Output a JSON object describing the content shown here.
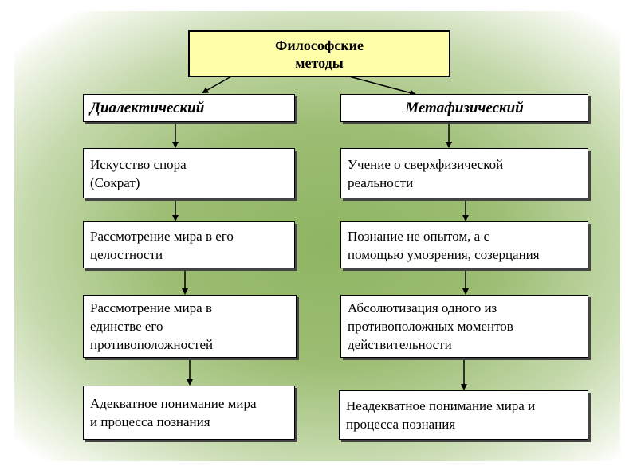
{
  "root": {
    "label": "Философские\nметоды"
  },
  "left": {
    "head": "Диалектический",
    "items": [
      "Искусство спора\n(Сократ)",
      "Рассмотрение мира в его\nцелостности",
      "Рассмотрение мира в\nединстве его\nпротивоположностей",
      "Адекватное понимание мира\nи процесса познания"
    ]
  },
  "right": {
    "head": "Метафизический",
    "items": [
      "Учение о сверхфизической\nреальности",
      "Познание не опытом, а с\nпомощью умозрения, созерцания",
      "Абсолютизация одного из\nпротивоположных моментов\nдействительности",
      "Неадекватное понимание мира и\nпроцесса познания"
    ]
  }
}
